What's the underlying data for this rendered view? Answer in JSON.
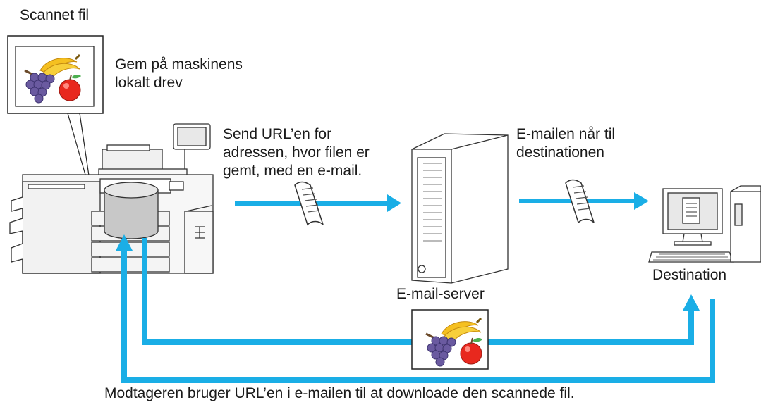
{
  "labels": {
    "scanned_file": "Scannet fil",
    "save_local_line1": "Gem på maskinens",
    "save_local_line2": "lokalt drev",
    "send_url_line1": "Send URL’en for",
    "send_url_line2": "adressen, hvor filen er",
    "send_url_line3": "gemt, med en e-mail.",
    "email_reaches_line1": "E-mailen når til",
    "email_reaches_line2": "destinationen",
    "email_server": "E-mail-server",
    "destination": "Destination",
    "bottom_caption": "Modtageren bruger URL’en i e-mailen til at downloade den scannede fil."
  },
  "colors": {
    "arrow": "#1aaee6",
    "outline": "#333333",
    "light_gray": "#e6e6e6",
    "mid_gray": "#c8c8c8",
    "banana": "#f5c020",
    "apple": "#e8281e",
    "grape": "#6a5aa0"
  }
}
